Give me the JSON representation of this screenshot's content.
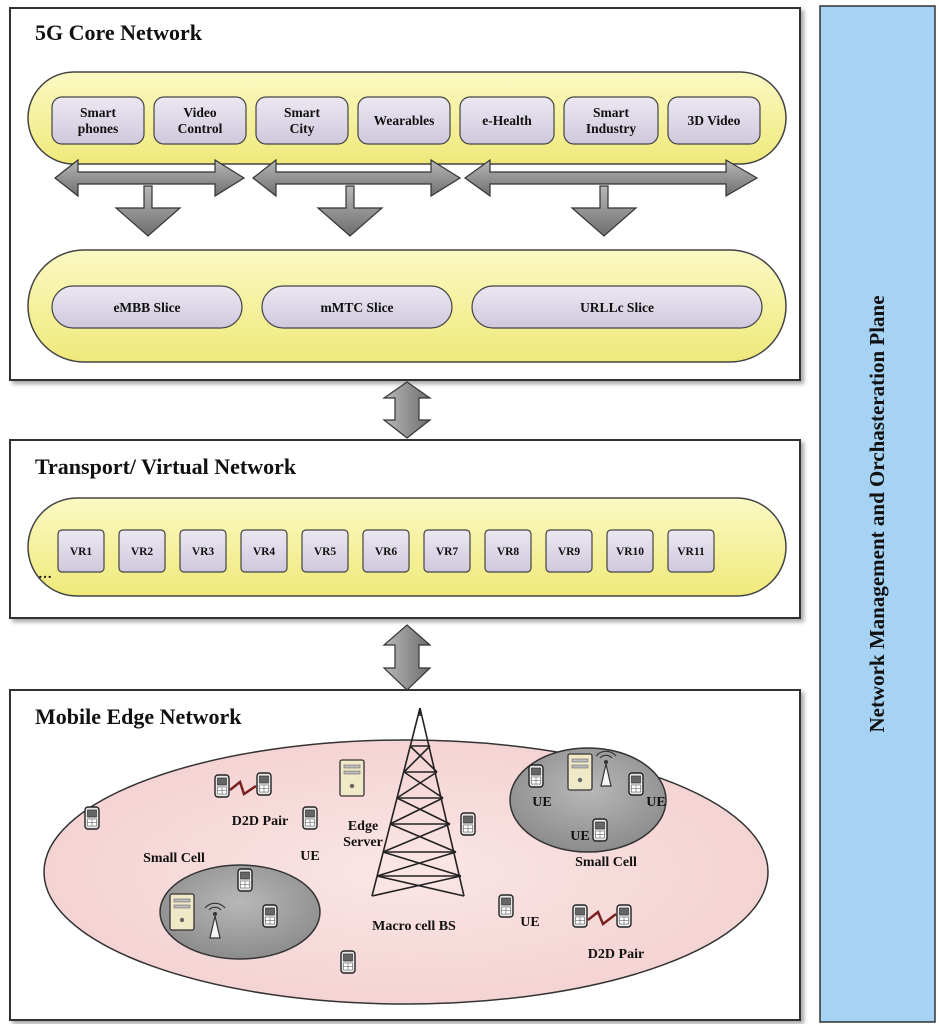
{
  "core": {
    "title": "5G Core Network",
    "services": [
      {
        "line1": "Smart",
        "line2": "phones"
      },
      {
        "line1": "Video",
        "line2": "Control"
      },
      {
        "line1": "Smart",
        "line2": "City"
      },
      {
        "line1": "Wearables",
        "line2": ""
      },
      {
        "line1": "e-Health",
        "line2": ""
      },
      {
        "line1": "Smart",
        "line2": "Industry"
      },
      {
        "line1": "3D Video",
        "line2": ""
      }
    ],
    "slices": [
      "eMBB Slice",
      "mMTC Slice",
      "URLLc Slice"
    ]
  },
  "transport": {
    "title": "Transport/ Virtual Network",
    "ellipsis": "…",
    "routers": [
      "VR1",
      "VR2",
      "VR3",
      "VR4",
      "VR5",
      "VR6",
      "VR7",
      "VR8",
      "VR9",
      "VR10",
      "VR11"
    ]
  },
  "edge": {
    "title": "Mobile Edge Network",
    "labels": {
      "d2d_left": "D2D Pair",
      "d2d_right": "D2D Pair",
      "edge_server_line1": "Edge",
      "edge_server_line2": "Server",
      "ue_left": "UE",
      "small_cell_left": "Small Cell",
      "small_cell_right": "Small Cell",
      "macro": "Macro cell BS",
      "ue_center": "UE",
      "ue_right_1": "UE",
      "ue_right_2": "UE",
      "ue_right_3": "UE"
    }
  },
  "side_panel": {
    "title": "Network Management and Orchasteration Plane"
  },
  "colors": {
    "capsule_fill": "#f5f29a",
    "pill_fill": "#dcd6e6",
    "edge_ellipse_fill": "#f7dada",
    "small_cell_fill": "#9a9a9a",
    "side_panel_fill": "#a6d2f3",
    "arrow_fill": "#8a8a8a"
  }
}
